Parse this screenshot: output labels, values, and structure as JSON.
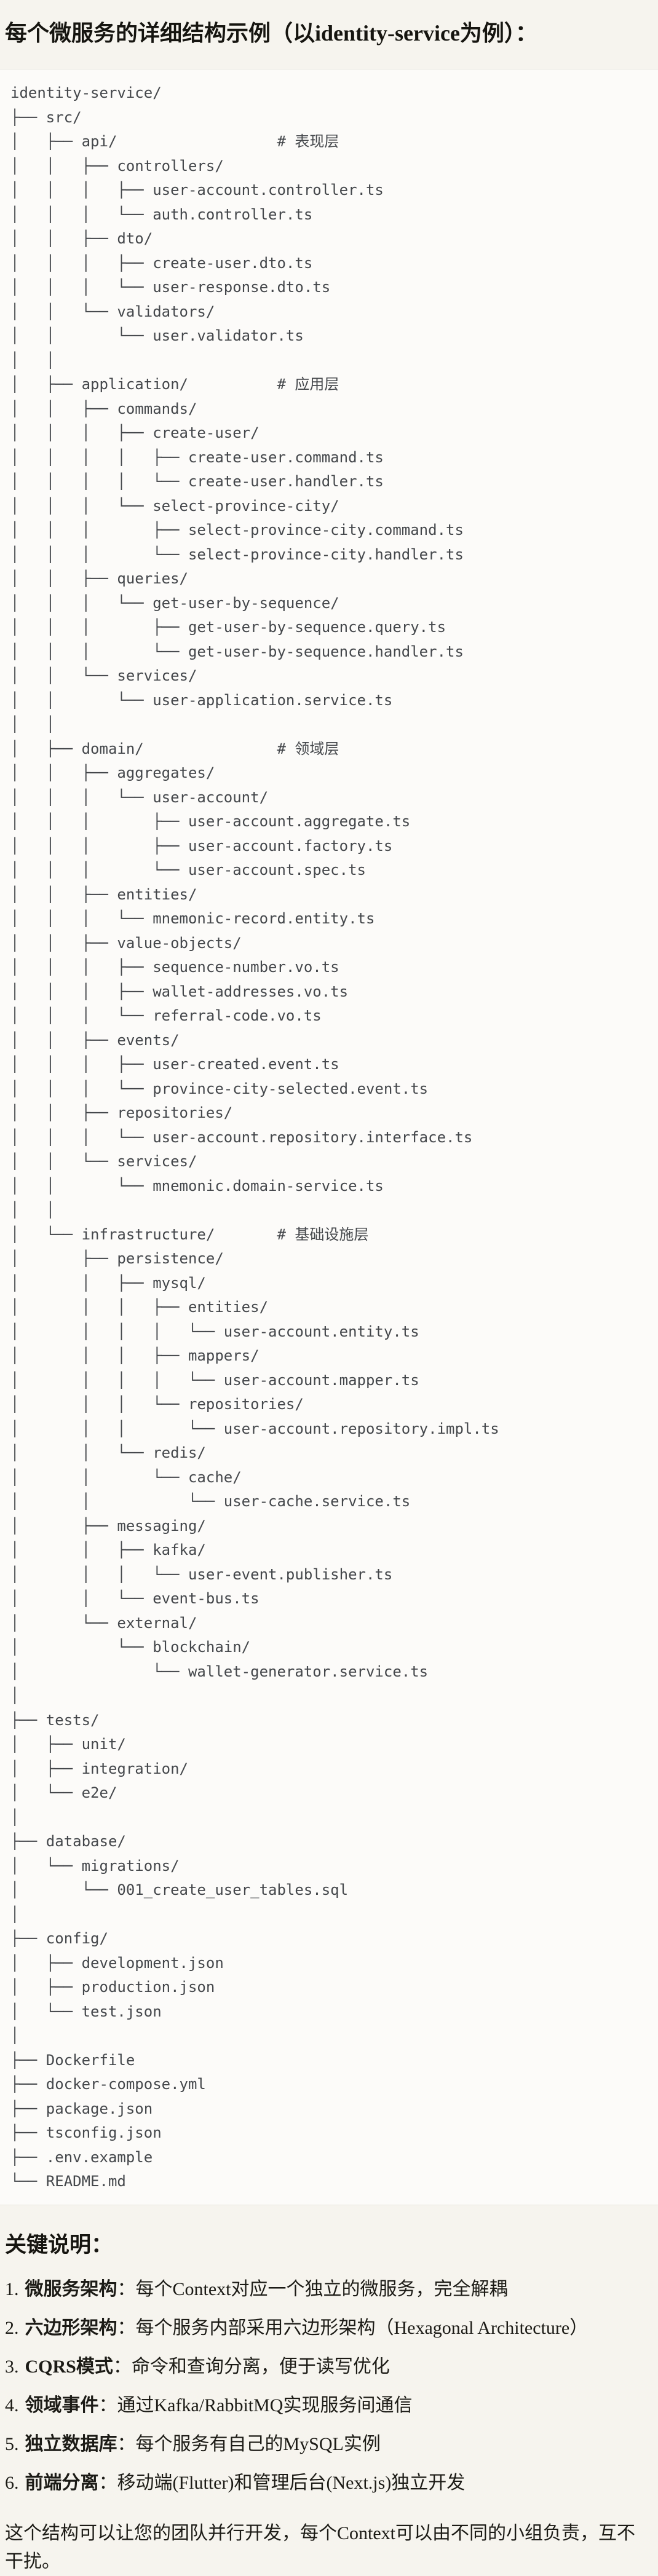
{
  "page_title": "每个微服务的详细结构示例（以identity-service为例）：",
  "tree": {
    "lines": [
      "identity-service/",
      "├── src/",
      "│   ├── api/                  # 表现层",
      "│   │   ├── controllers/",
      "│   │   │   ├── user-account.controller.ts",
      "│   │   │   └── auth.controller.ts",
      "│   │   ├── dto/",
      "│   │   │   ├── create-user.dto.ts",
      "│   │   │   └── user-response.dto.ts",
      "│   │   └── validators/",
      "│   │       └── user.validator.ts",
      "│   │",
      "│   ├── application/          # 应用层",
      "│   │   ├── commands/",
      "│   │   │   ├── create-user/",
      "│   │   │   │   ├── create-user.command.ts",
      "│   │   │   │   └── create-user.handler.ts",
      "│   │   │   └── select-province-city/",
      "│   │   │       ├── select-province-city.command.ts",
      "│   │   │       └── select-province-city.handler.ts",
      "│   │   ├── queries/",
      "│   │   │   └── get-user-by-sequence/",
      "│   │   │       ├── get-user-by-sequence.query.ts",
      "│   │   │       └── get-user-by-sequence.handler.ts",
      "│   │   └── services/",
      "│   │       └── user-application.service.ts",
      "│   │",
      "│   ├── domain/               # 领域层",
      "│   │   ├── aggregates/",
      "│   │   │   └── user-account/",
      "│   │   │       ├── user-account.aggregate.ts",
      "│   │   │       ├── user-account.factory.ts",
      "│   │   │       └── user-account.spec.ts",
      "│   │   ├── entities/",
      "│   │   │   └── mnemonic-record.entity.ts",
      "│   │   ├── value-objects/",
      "│   │   │   ├── sequence-number.vo.ts",
      "│   │   │   ├── wallet-addresses.vo.ts",
      "│   │   │   └── referral-code.vo.ts",
      "│   │   ├── events/",
      "│   │   │   ├── user-created.event.ts",
      "│   │   │   └── province-city-selected.event.ts",
      "│   │   ├── repositories/",
      "│   │   │   └── user-account.repository.interface.ts",
      "│   │   └── services/",
      "│   │       └── mnemonic.domain-service.ts",
      "│   │",
      "│   └── infrastructure/       # 基础设施层",
      "│       ├── persistence/",
      "│       │   ├── mysql/",
      "│       │   │   ├── entities/",
      "│       │   │   │   └── user-account.entity.ts",
      "│       │   │   ├── mappers/",
      "│       │   │   │   └── user-account.mapper.ts",
      "│       │   │   └── repositories/",
      "│       │   │       └── user-account.repository.impl.ts",
      "│       │   └── redis/",
      "│       │       └── cache/",
      "│       │           └── user-cache.service.ts",
      "│       ├── messaging/",
      "│       │   ├── kafka/",
      "│       │   │   └── user-event.publisher.ts",
      "│       │   └── event-bus.ts",
      "│       └── external/",
      "│           └── blockchain/",
      "│               └── wallet-generator.service.ts",
      "│",
      "├── tests/",
      "│   ├── unit/",
      "│   ├── integration/",
      "│   └── e2e/",
      "│",
      "├── database/",
      "│   └── migrations/",
      "│       └── 001_create_user_tables.sql",
      "│",
      "├── config/",
      "│   ├── development.json",
      "│   ├── production.json",
      "│   └── test.json",
      "│",
      "├── Dockerfile",
      "├── docker-compose.yml",
      "├── package.json",
      "├── tsconfig.json",
      "├── .env.example",
      "└── README.md"
    ]
  },
  "notes": {
    "heading": "关键说明：",
    "items": [
      {
        "number": "1.",
        "term": "微服务架构",
        "colon": "：",
        "desc": "每个Context对应一个独立的微服务，完全解耦"
      },
      {
        "number": "2.",
        "term": "六边形架构",
        "colon": "：",
        "desc": "每个服务内部采用六边形架构（Hexagonal Architecture）"
      },
      {
        "number": "3.",
        "term": "CQRS模式",
        "colon": "：",
        "desc": "命令和查询分离，便于读写优化"
      },
      {
        "number": "4.",
        "term": "领域事件",
        "colon": "：",
        "desc": "通过Kafka/RabbitMQ实现服务间通信"
      },
      {
        "number": "5.",
        "term": "独立数据库",
        "colon": "：",
        "desc": "每个服务有自己的MySQL实例"
      },
      {
        "number": "6.",
        "term": "前端分离",
        "colon": "：",
        "desc": "移动端(Flutter)和管理后台(Next.js)独立开发"
      }
    ],
    "footer": "这个结构可以让您的团队并行开发，每个Context可以由不同的小组负责，互不干扰。"
  },
  "colors": {
    "page_background": "#f6f4ee",
    "code_background": "#fcfbf9",
    "code_border": "#e7e5dd",
    "code_text": "#44474b",
    "body_text": "#1c1b16"
  }
}
